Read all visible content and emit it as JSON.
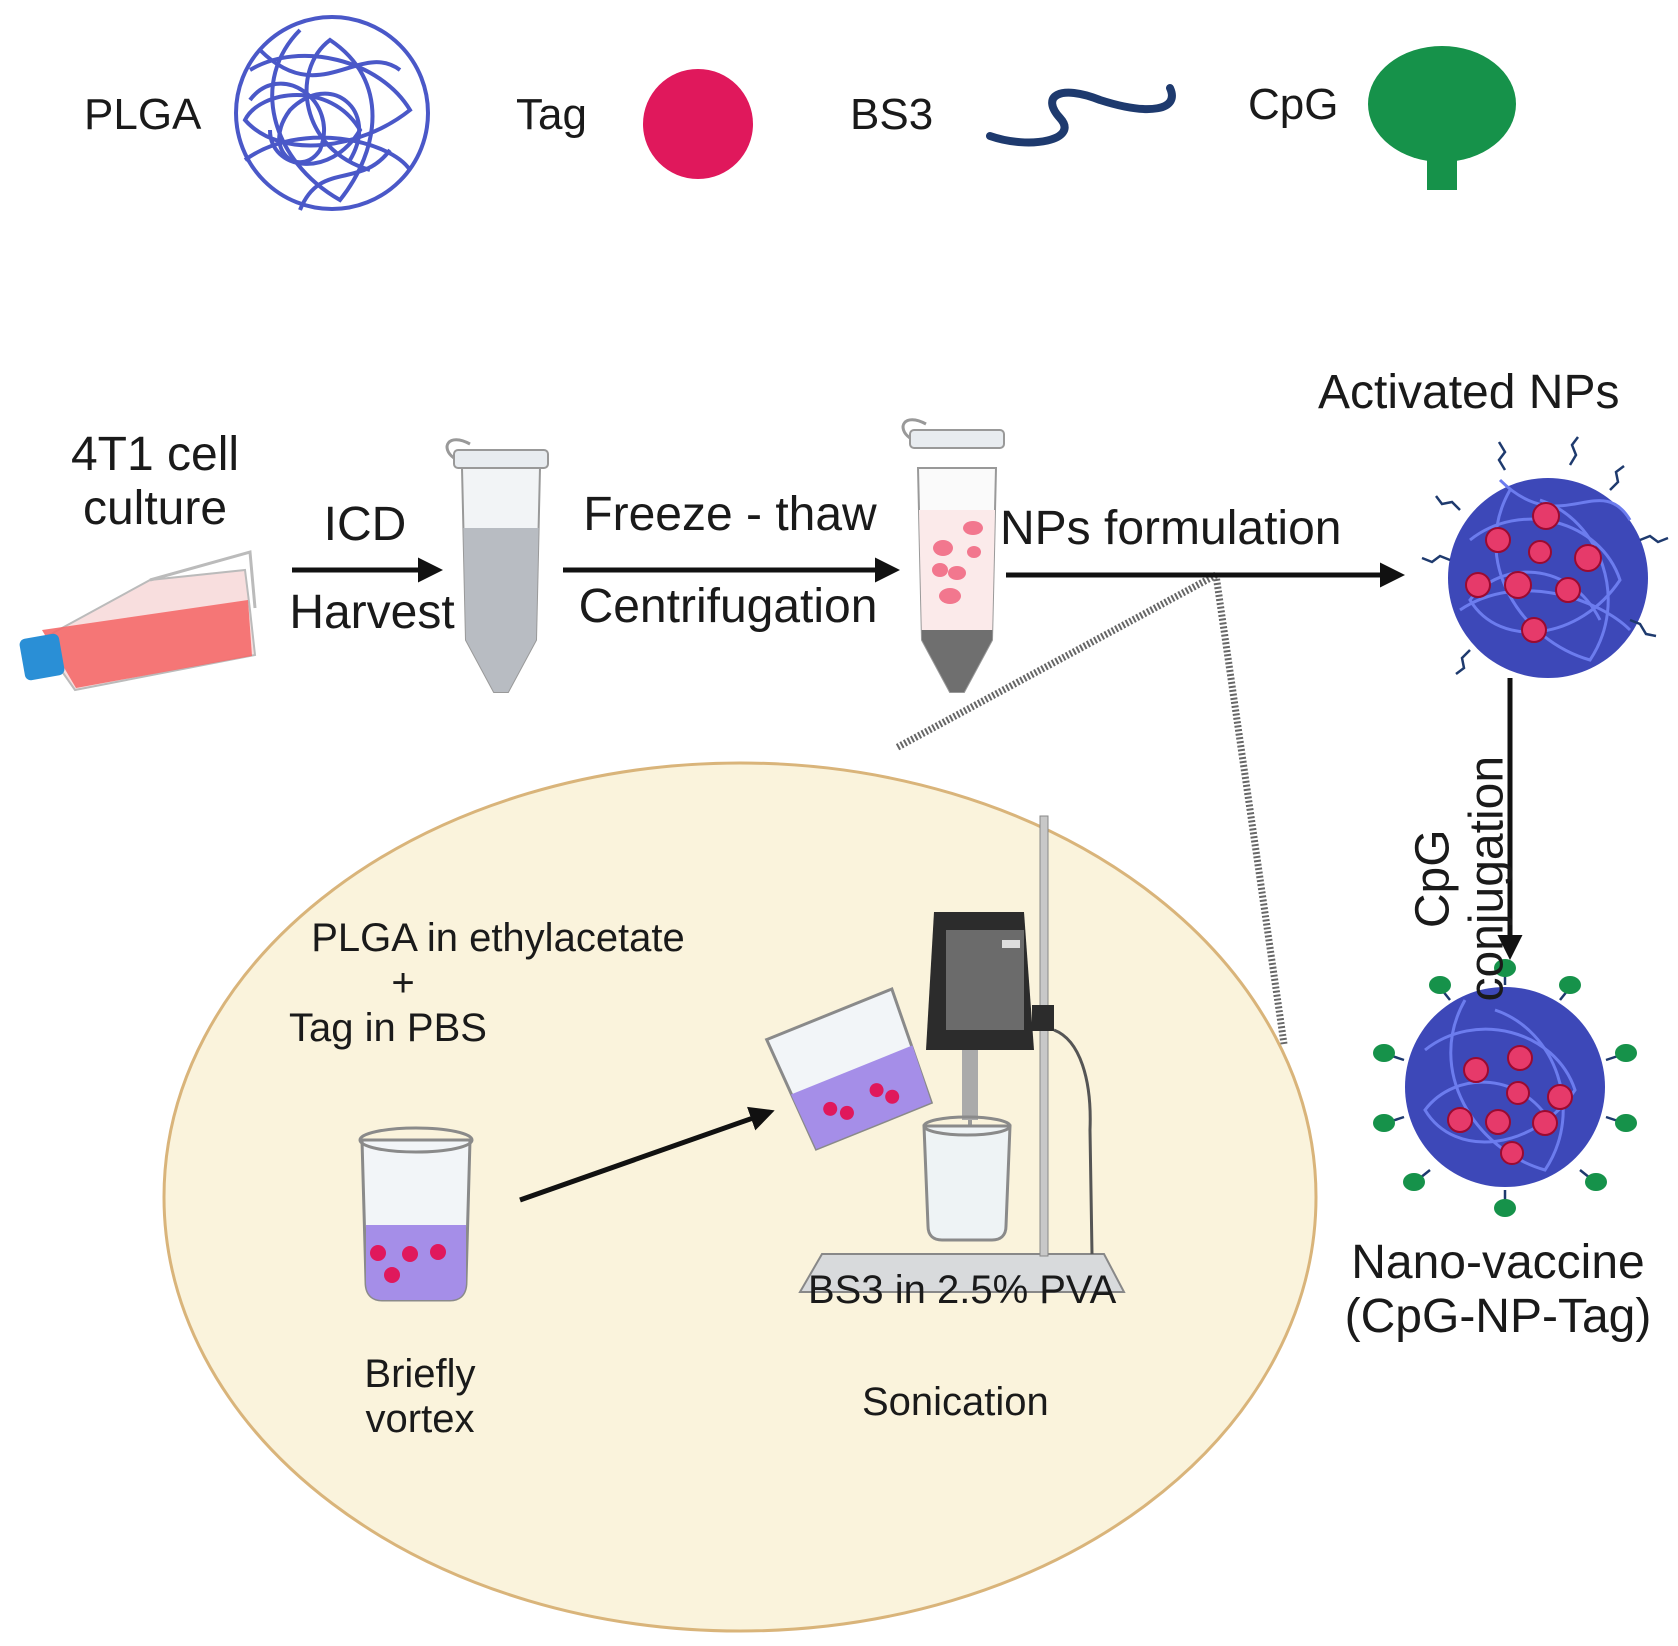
{
  "legend": {
    "plga": "PLGA",
    "tag": "Tag",
    "bs3": "BS3",
    "cpg": "CpG"
  },
  "workflow": {
    "culture_line1": "4T1 cell",
    "culture_line2": "culture",
    "arrow1_top": "ICD",
    "arrow1_bottom": "Harvest",
    "arrow2_top": "Freeze - thaw",
    "arrow2_bottom": "Centrifugation",
    "arrow3_top": "NPs formulation",
    "activated": "Activated NPs",
    "vertical_line1": "CpG",
    "vertical_line2": "conjugation",
    "vaccine_line1": "Nano-vaccine",
    "vaccine_line2": "(CpG-NP-Tag)"
  },
  "inset": {
    "mix_line1": "PLGA in ethylacetate",
    "mix_plus": "+",
    "mix_line2": "Tag in PBS",
    "vortex_line1": "Briefly",
    "vortex_line2": "vortex",
    "bs3_pva": "BS3 in 2.5% PVA",
    "sonication": "Sonication"
  },
  "colors": {
    "plga": "#4a58c8",
    "tag": "#e0185c",
    "bs3": "#1e3a6e",
    "cpg": "#16924a",
    "inset_fill": "#faf3dc",
    "inset_border": "#d9b47a",
    "culture_medium": "#f46a6a",
    "cap": "#2a8fd6",
    "beaker_liquid": "#a58ee8"
  }
}
